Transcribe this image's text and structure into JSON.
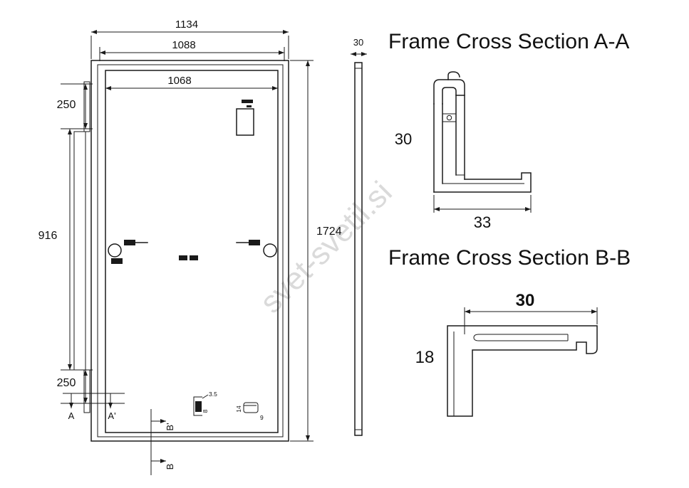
{
  "watermark": "svet-svetil.si",
  "panel_view": {
    "dims": {
      "outer_width": "1134",
      "frame_width": "1088",
      "glass_width": "1068",
      "top_offset": "250",
      "mounting_span": "916",
      "bottom_offset": "250",
      "total_height": "1724"
    },
    "section_markers": {
      "a": "A",
      "a_prime": "A'",
      "b_prime": "B'",
      "b": "B"
    },
    "detail_dims": {
      "d1": "3.5",
      "d2": "8",
      "d3": "14",
      "d4": "9"
    }
  },
  "side_view": {
    "thickness": "30"
  },
  "cross_section_aa": {
    "title": "Frame Cross Section A-A",
    "height": "30",
    "width": "33"
  },
  "cross_section_bb": {
    "title": "Frame Cross Section B-B",
    "width": "30",
    "height": "18"
  }
}
